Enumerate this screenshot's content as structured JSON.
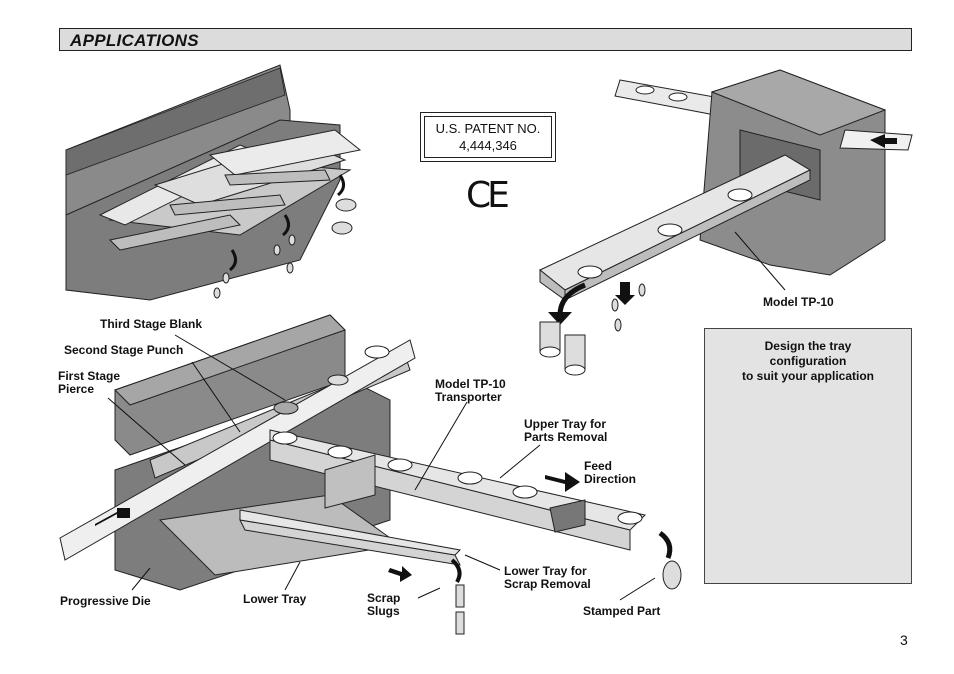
{
  "header": {
    "title": "APPLICATIONS"
  },
  "patent": {
    "line1": "U.S. PATENT NO.",
    "line2": "4,444,346"
  },
  "certification": {
    "mark": "CE"
  },
  "labels": {
    "third_stage_blank": "Third Stage Blank",
    "second_stage_punch": "Second Stage Punch",
    "first_stage_pierce_1": "First Stage",
    "first_stage_pierce_2": "Pierce",
    "transporter_1": "Model TP-10",
    "transporter_2": "Transporter",
    "upper_tray_1": "Upper Tray for",
    "upper_tray_2": "Parts Removal",
    "feed_direction_1": "Feed",
    "feed_direction_2": "Direction",
    "lower_tray_scrap_1": "Lower Tray for",
    "lower_tray_scrap_2": "Scrap Removal",
    "progressive_die": "Progressive Die",
    "lower_tray": "Lower Tray",
    "scrap_slugs_1": "Scrap",
    "scrap_slugs_2": "Slugs",
    "stamped_part": "Stamped Part",
    "model_tp10": "Model TP-10"
  },
  "design_panel": {
    "line1": "Design the tray",
    "line2": "configuration",
    "line3": "to suit your application"
  },
  "page_number": "3"
}
